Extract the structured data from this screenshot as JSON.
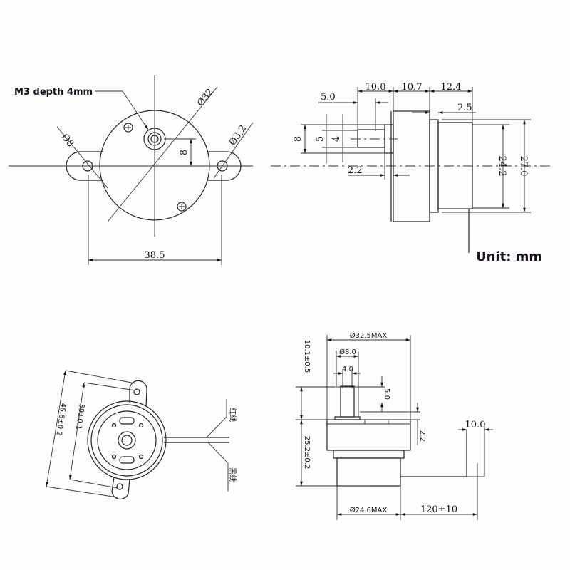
{
  "front_view": {
    "thread_note": "M3 depth 4mm",
    "dia_body": "Ø32",
    "dia_tab": "Ø8",
    "dia_hole": "Ø3,2",
    "shaft_offset": "8",
    "hole_spacing": "38.5"
  },
  "side_view": {
    "shaft_len": "10.0",
    "body_len": "10.7",
    "cap_len": "12.4",
    "flat_len": "5.0",
    "step": "2.5",
    "boss": "2.2",
    "shaft_dia": "8",
    "flat_dia": "5",
    "flat_width": "4",
    "cap_dia": "24.2",
    "flange_dia": "27.0",
    "unit_label": "Unit: mm"
  },
  "iso_view": {
    "tab_span": "46.6±0.2",
    "hole_span": "39±0.1",
    "red_wire": "红线",
    "black_wire": "黑线"
  },
  "bottom_side_view": {
    "max_dia": "Ø32.5MAX",
    "shaft_dia": "Ø8.0",
    "flat": "4.0",
    "shaft_height": "10.1±0.5",
    "flat_height": "5.0",
    "step": "2.2",
    "body_height": "25.2±0.2",
    "bottom_dia": "Ø24.6MAX",
    "wire_length": "120±10",
    "strip_length": "10.0"
  }
}
